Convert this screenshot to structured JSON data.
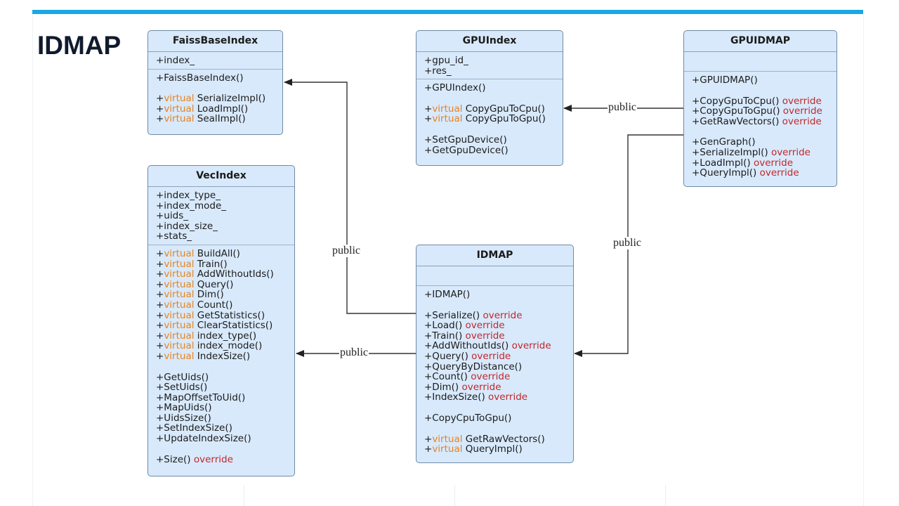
{
  "title": "IDMAP",
  "colors": {
    "accent_bar": "#1aa7e6",
    "class_fill": "#d8e9fb",
    "keyword": "#e8821e",
    "override": "#c0282d"
  },
  "edge_label": "public",
  "classes": {
    "faiss": {
      "name": "FaissBaseIndex",
      "sections": [
        [
          {
            "p": "+index_"
          }
        ],
        [
          {
            "p": "+FaissBaseIndex()"
          },
          null,
          {
            "p": "+",
            "kw": "virtual",
            "s": " SerializeImpl()"
          },
          {
            "p": "+",
            "kw": "virtual",
            "s": " LoadImpl()"
          },
          {
            "p": "+",
            "kw": "virtual",
            "s": " SealImpl()"
          }
        ]
      ]
    },
    "gpuindex": {
      "name": "GPUIndex",
      "sections": [
        [
          {
            "p": "+gpu_id_"
          },
          {
            "p": "+res_"
          }
        ],
        [
          {
            "p": "+GPUIndex()"
          },
          null,
          {
            "p": "+",
            "kw": "virtual",
            "s": " CopyGpuToCpu()"
          },
          {
            "p": "+",
            "kw": "virtual",
            "s": " CopyGpuToGpu()"
          },
          null,
          {
            "p": "+SetGpuDevice()"
          },
          {
            "p": "+GetGpuDevice()"
          }
        ]
      ]
    },
    "gpuidmap": {
      "name": "GPUIDMAP",
      "sections": [
        [],
        [
          {
            "p": "+GPUIDMAP()"
          },
          null,
          {
            "p": "+CopyGpuToCpu()",
            "ov": "override"
          },
          {
            "p": "+CopyGpuToGpu()",
            "ov": "override"
          },
          {
            "p": "+GetRawVectors()",
            "ov": "override"
          },
          null,
          {
            "p": "+GenGraph()"
          },
          {
            "p": "+SerializeImpl()",
            "ov": "override"
          },
          {
            "p": "+LoadImpl()",
            "ov": "override"
          },
          {
            "p": "+QueryImpl()",
            "ov": "override"
          }
        ]
      ]
    },
    "vecindex": {
      "name": "VecIndex",
      "sections": [
        [
          {
            "p": "+index_type_"
          },
          {
            "p": "+index_mode_"
          },
          {
            "p": "+uids_"
          },
          {
            "p": "+index_size_"
          },
          {
            "p": "+stats_"
          }
        ],
        [
          {
            "p": "+",
            "kw": "virtual",
            "s": " BuildAll()"
          },
          {
            "p": "+",
            "kw": "virtual",
            "s": " Train()"
          },
          {
            "p": "+",
            "kw": "virtual",
            "s": " AddWithoutIds()"
          },
          {
            "p": "+",
            "kw": "virtual",
            "s": " Query()"
          },
          {
            "p": "+",
            "kw": "virtual",
            "s": " Dim()"
          },
          {
            "p": "+",
            "kw": "virtual",
            "s": " Count()"
          },
          {
            "p": "+",
            "kw": "virtual",
            "s": " GetStatistics()"
          },
          {
            "p": "+",
            "kw": "virtual",
            "s": " ClearStatistics()"
          },
          {
            "p": "+",
            "kw": "virtual",
            "s": " index_type()"
          },
          {
            "p": "+",
            "kw": "virtual",
            "s": " index_mode()"
          },
          {
            "p": "+",
            "kw": "virtual",
            "s": " IndexSize()"
          },
          null,
          {
            "p": "+GetUids()"
          },
          {
            "p": "+SetUids()"
          },
          {
            "p": "+MapOffsetToUid()"
          },
          {
            "p": "+MapUids()"
          },
          {
            "p": "+UidsSize()"
          },
          {
            "p": "+SetIndexSize()"
          },
          {
            "p": "+UpdateIndexSize()"
          },
          null,
          {
            "p": "+Size()",
            "ov": "override"
          }
        ]
      ]
    },
    "idmap": {
      "name": "IDMAP",
      "sections": [
        [],
        [
          {
            "p": "+IDMAP()"
          },
          null,
          {
            "p": "+Serialize()",
            "ov": "override"
          },
          {
            "p": "+Load()",
            "ov": "override"
          },
          {
            "p": "+Train()",
            "ov": "override"
          },
          {
            "p": "+AddWithoutIds()",
            "ov": "override"
          },
          {
            "p": "+Query()",
            "ov": "override"
          },
          {
            "p": "+QueryByDistance()"
          },
          {
            "p": "+Count()",
            "ov": "override"
          },
          {
            "p": "+Dim()",
            "ov": "override"
          },
          {
            "p": "+IndexSize()",
            "ov": "override"
          },
          null,
          {
            "p": "+CopyCpuToGpu()"
          },
          null,
          {
            "p": "+",
            "kw": "virtual",
            "s": " GetRawVectors()"
          },
          {
            "p": "+",
            "kw": "virtual",
            "s": " QueryImpl()"
          }
        ]
      ]
    }
  }
}
